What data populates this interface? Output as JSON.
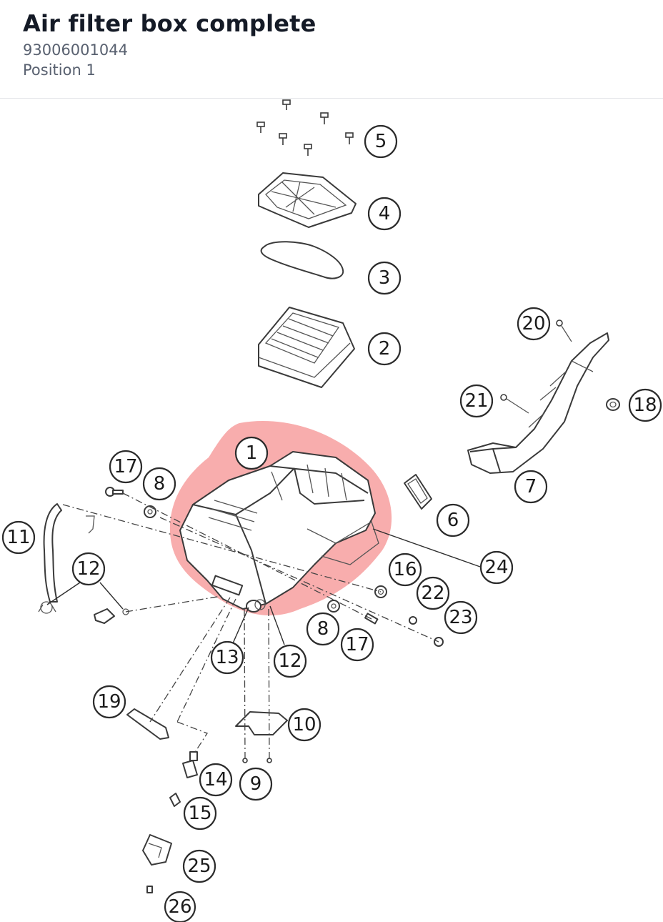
{
  "header": {
    "title": "Air filter box complete",
    "part_number": "93006001044",
    "position": "Position 1"
  },
  "diagram": {
    "highlight_color": "#f7a4a4",
    "callouts": [
      {
        "id": "c1",
        "label": "1"
      },
      {
        "id": "c2",
        "label": "2"
      },
      {
        "id": "c3",
        "label": "3"
      },
      {
        "id": "c4",
        "label": "4"
      },
      {
        "id": "c5",
        "label": "5"
      },
      {
        "id": "c6",
        "label": "6"
      },
      {
        "id": "c7",
        "label": "7"
      },
      {
        "id": "c8a",
        "label": "8"
      },
      {
        "id": "c8b",
        "label": "8"
      },
      {
        "id": "c9",
        "label": "9"
      },
      {
        "id": "c10",
        "label": "10"
      },
      {
        "id": "c11",
        "label": "11"
      },
      {
        "id": "c12a",
        "label": "12"
      },
      {
        "id": "c12b",
        "label": "12"
      },
      {
        "id": "c13",
        "label": "13"
      },
      {
        "id": "c14",
        "label": "14"
      },
      {
        "id": "c15",
        "label": "15"
      },
      {
        "id": "c16",
        "label": "16"
      },
      {
        "id": "c17a",
        "label": "17"
      },
      {
        "id": "c17b",
        "label": "17"
      },
      {
        "id": "c18",
        "label": "18"
      },
      {
        "id": "c19",
        "label": "19"
      },
      {
        "id": "c20",
        "label": "20"
      },
      {
        "id": "c21",
        "label": "21"
      },
      {
        "id": "c22",
        "label": "22"
      },
      {
        "id": "c23",
        "label": "23"
      },
      {
        "id": "c24",
        "label": "24"
      },
      {
        "id": "c25",
        "label": "25"
      },
      {
        "id": "c26",
        "label": "26"
      }
    ]
  }
}
